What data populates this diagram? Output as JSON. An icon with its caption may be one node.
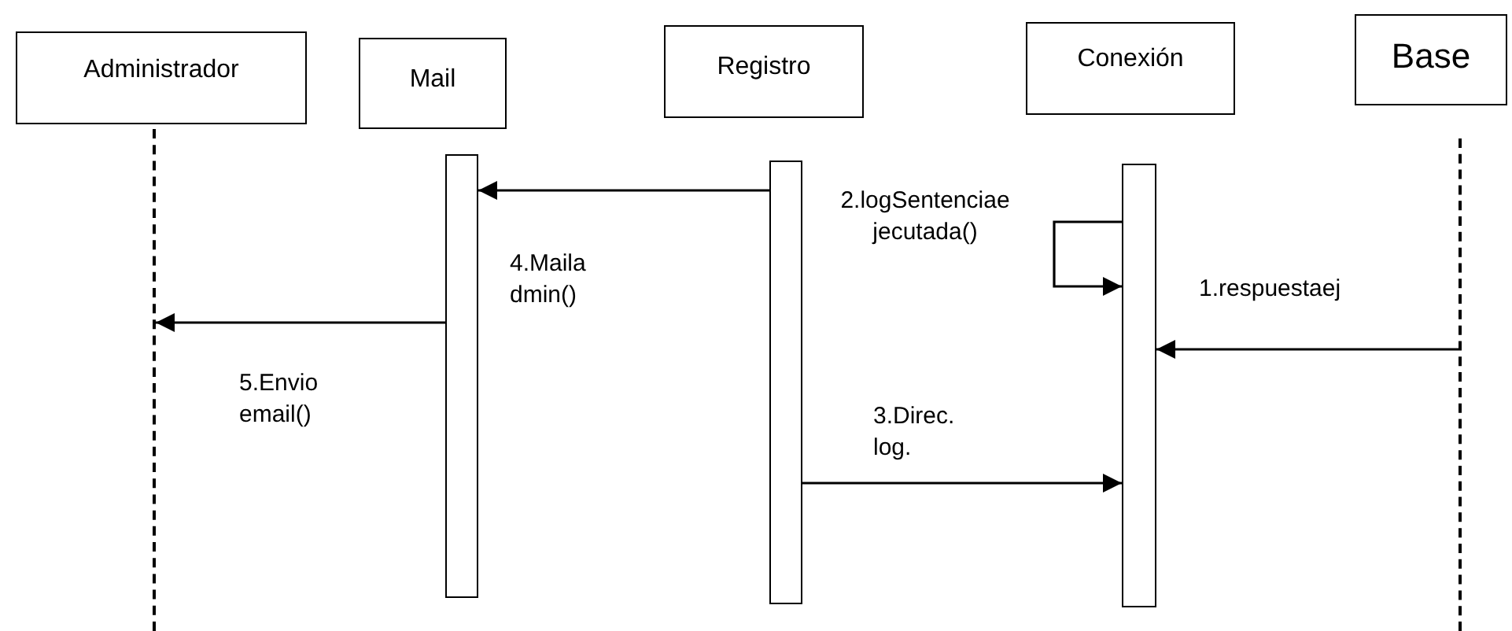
{
  "diagram": {
    "nodes": [
      {
        "text": [
          "Administrador"
        ]
      },
      {
        "text": [
          "Mail"
        ]
      },
      {
        "text": [
          "Registro"
        ]
      },
      {
        "text": [
          "Conexión"
        ]
      },
      {
        "text": [
          "Base"
        ]
      },
      {
        "text": [],
        "shape": "line"
      },
      {
        "text": [],
        "shape": "bar"
      },
      {
        "text": [],
        "shape": "bar"
      },
      {
        "text": [],
        "shape": "bar"
      },
      {
        "text": [],
        "shape": "line"
      }
    ],
    "edges": [
      {
        "from": 9,
        "to": 8,
        "arrow": "to",
        "label": "1.respuestaej"
      },
      {
        "from": 8,
        "to": 8,
        "arrow": "to",
        "label": "2.logSentenciae jecutada()"
      },
      {
        "from": 7,
        "to": 8,
        "arrow": "to",
        "label": "3.Direc. log."
      },
      {
        "from": 7,
        "to": 6,
        "arrow": "to",
        "label": "4.Maila dmin()"
      },
      {
        "from": 6,
        "to": 5,
        "arrow": "to",
        "label": "5.Envio email()"
      }
    ]
  }
}
